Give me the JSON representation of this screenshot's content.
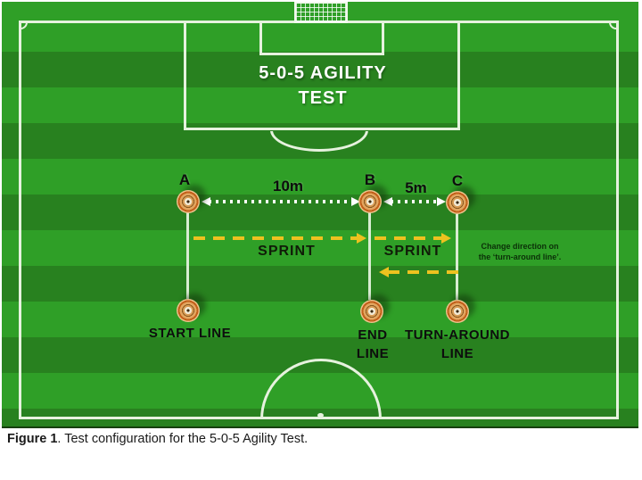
{
  "field": {
    "title_line1": "5-0-5 AGILITY",
    "title_line2": "TEST"
  },
  "markers": {
    "a_label": "A",
    "b_label": "B",
    "c_label": "C",
    "dist_ab": "10m",
    "dist_bc": "5m",
    "sprint_ab": "SPRINT",
    "sprint_bc": "SPRINT",
    "note_line1": "Change direction on",
    "note_line2": "the ‘turn-around line’.",
    "start_line": "START LINE",
    "end_line_1": "END",
    "end_line_2": "LINE",
    "turn_line_1": "TURN-AROUND",
    "turn_line_2": "LINE"
  },
  "caption": {
    "bold": "Figure 1",
    "rest": ". Test configuration for the 5-0-5 Agility Test."
  },
  "colors": {
    "grass_light": "#2f9f27",
    "grass_dark": "#28811f",
    "pitch_line": "#e6f2de",
    "sprint_arrow_yellow": "#edc21f",
    "cone_orange": "#c2601a",
    "label_black": "#0d0d0d"
  }
}
